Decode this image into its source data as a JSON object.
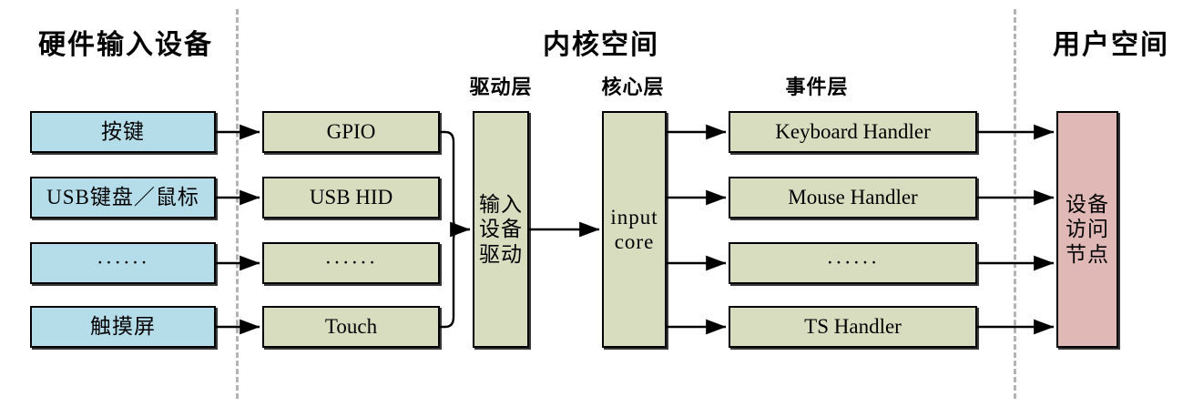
{
  "diagram": {
    "title_zones": [
      {
        "id": "hardware",
        "label": "硬件输入设备"
      },
      {
        "id": "kernel",
        "label": "内核空间"
      },
      {
        "id": "user",
        "label": "用户空间"
      }
    ],
    "layer_titles": [
      {
        "id": "driver",
        "label": "驱动层"
      },
      {
        "id": "core",
        "label": "核心层"
      },
      {
        "id": "event",
        "label": "事件层"
      }
    ],
    "hardware_nodes": [
      {
        "id": "key",
        "label": "按键"
      },
      {
        "id": "usb-kbd-mouse",
        "label": "USB键盘／鼠标"
      },
      {
        "id": "more-hw",
        "label": "······"
      },
      {
        "id": "touchscreen",
        "label": "触摸屏"
      }
    ],
    "driver_nodes": [
      {
        "id": "gpio",
        "label": "GPIO"
      },
      {
        "id": "usb-hid",
        "label": "USB HID"
      },
      {
        "id": "more-drv",
        "label": "······"
      },
      {
        "id": "touch",
        "label": "Touch"
      }
    ],
    "driver_layer_node": {
      "id": "input-device-driver",
      "label": "输入\n设备\n驱动"
    },
    "core_layer_node": {
      "id": "input-core",
      "label": "input\ncore"
    },
    "event_nodes": [
      {
        "id": "keyboard-handler",
        "label": "Keyboard Handler"
      },
      {
        "id": "mouse-handler",
        "label": "Mouse Handler"
      },
      {
        "id": "more-handler",
        "label": "······"
      },
      {
        "id": "ts-handler",
        "label": "TS Handler"
      }
    ],
    "user_node": {
      "id": "device-access-node",
      "label": "设备\n访问\n节点"
    },
    "colors": {
      "hardware_fill": "#b5dce9",
      "kernel_fill": "#d8ddbf",
      "user_fill": "#e0b9b7",
      "stroke": "#000000",
      "divider": "#b3b3b3",
      "background": "#ffffff"
    }
  }
}
